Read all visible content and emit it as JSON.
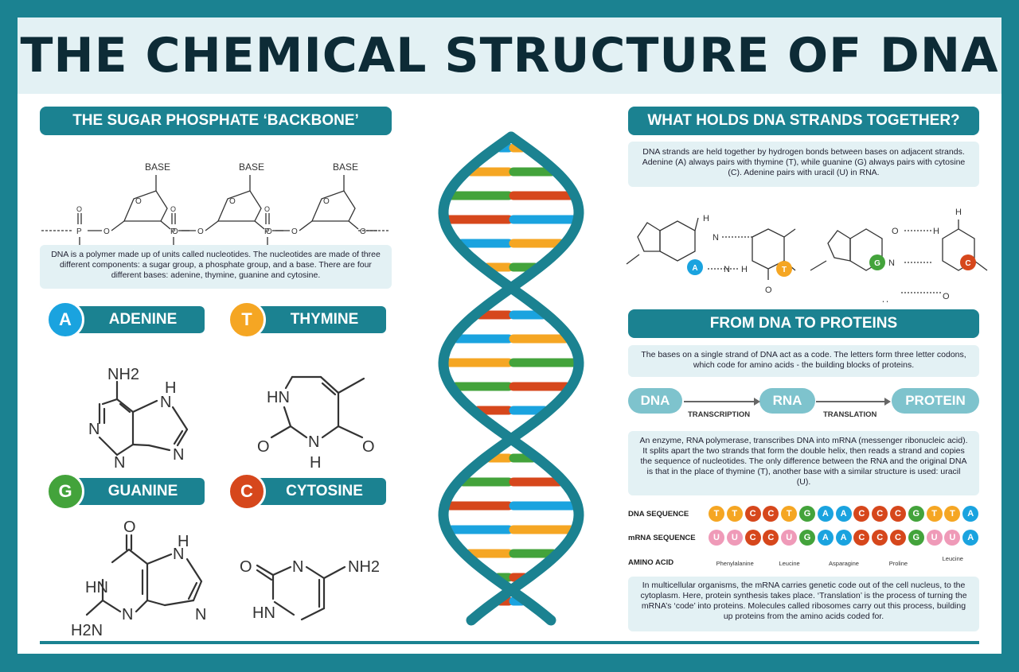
{
  "title": "THE CHEMICAL STRUCTURE OF DNA",
  "colors": {
    "teal": "#1b8291",
    "light": "#e3f1f4",
    "A": "#1aa3df",
    "T": "#f5a623",
    "G": "#43a33b",
    "C": "#d6471c",
    "U": "#ef9ab8"
  },
  "backbone": {
    "heading": "THE SUGAR PHOSPHATE ‘BACKBONE’",
    "base_label": "BASE",
    "ring_O": "O",
    "phosphate_P": "P",
    "phosphate_O": "O",
    "phosphate_Om": "O-",
    "text": "DNA is a polymer made up of units called nucleotides. The nucleotides are made of three different components: a sugar group, a phosphate group, and a base. There are four different bases: adenine, thymine, guanine and cytosine."
  },
  "bases": [
    {
      "letter": "A",
      "name": "ADENINE",
      "color": "#1aa3df"
    },
    {
      "letter": "T",
      "name": "THYMINE",
      "color": "#f5a623"
    },
    {
      "letter": "G",
      "name": "GUANINE",
      "color": "#43a33b"
    },
    {
      "letter": "C",
      "name": "CYTOSINE",
      "color": "#d6471c"
    }
  ],
  "atoms": {
    "N": "N",
    "H": "H",
    "O": "O",
    "NH": "N H",
    "HN": "HN",
    "NH2": "NH2",
    "H2N": "H2N"
  },
  "hydrogen": {
    "heading": "WHAT HOLDS DNA STRANDS TOGETHER?",
    "text": "DNA strands are held together by hydrogen bonds between bases on adjacent strands. Adenine (A) always pairs with thymine (T), while guanine (G) always pairs with cytosine (C). Adenine pairs with uracil (U) in RNA."
  },
  "proteins": {
    "heading": "FROM DNA TO PROTEINS",
    "text1": "The bases on a single strand of DNA act as a code. The letters form three letter codons, which code for amino acids - the building blocks of proteins.",
    "flow": [
      "DNA",
      "RNA",
      "PROTEIN"
    ],
    "flow_steps": [
      "TRANSCRIPTION",
      "TRANSLATION"
    ],
    "text2": "An enzyme, RNA polymerase, transcribes DNA into mRNA (messenger ribonucleic acid). It splits apart the two strands that form the double helix, then reads a strand and copies the sequence of nucleotides. The only difference between the RNA and the original DNA is that in the place of thymine (T), another base with a similar structure is used: uracil (U).",
    "dna_label": "DNA SEQUENCE",
    "mrna_label": "mRNA SEQUENCE",
    "amino_label": "AMINO ACID",
    "dna_sequence": [
      "T",
      "T",
      "C",
      "C",
      "T",
      "G",
      "A",
      "A",
      "C",
      "C",
      "C",
      "G",
      "T",
      "T",
      "A"
    ],
    "mrna_sequence": [
      "U",
      "U",
      "C",
      "C",
      "U",
      "G",
      "A",
      "A",
      "C",
      "C",
      "C",
      "G",
      "U",
      "U",
      "A"
    ],
    "amino_acids": [
      "Phenylalanine",
      "Leucine",
      "Asparagine",
      "Proline",
      "Leucine"
    ],
    "text3": "In multicellular organisms, the mRNA carries genetic code out of the cell nucleus, to the cytoplasm. Here, protein synthesis takes place. ‘Translation’ is the process of turning the mRNA’s ‘code’ into proteins. Molecules called ribosomes carry out this process, building up proteins from the amino acids coded for."
  }
}
